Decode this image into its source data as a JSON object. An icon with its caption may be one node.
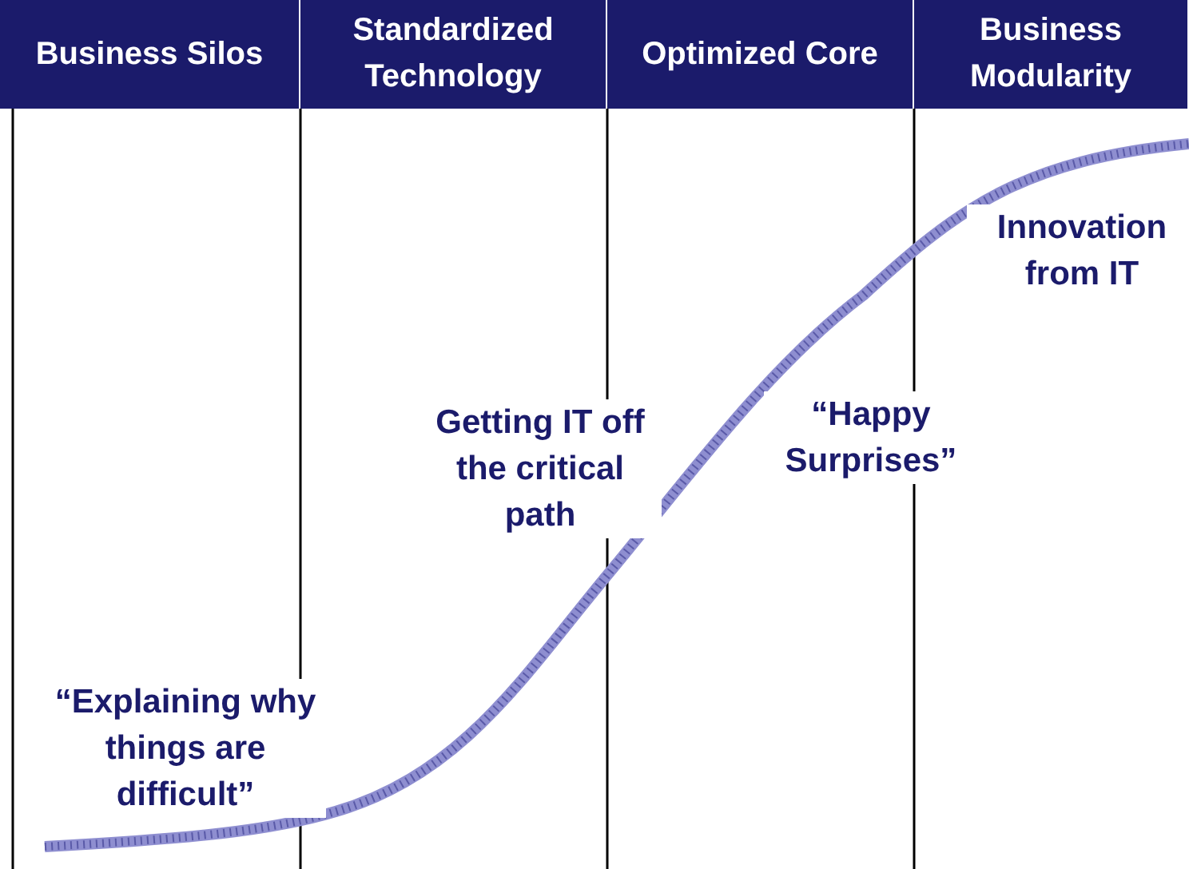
{
  "diagram": {
    "nodes": [
      {
        "text": [
          "Business Silos"
        ]
      },
      {
        "text": [
          "Standardized Technology"
        ]
      },
      {
        "text": [
          "Optimized Core"
        ]
      },
      {
        "text": [
          "Business Modularity"
        ]
      }
    ],
    "labels": [
      "Innovation from IT",
      "Getting IT off the critical path",
      "“Happy Surprises”",
      "“Explaining why things are difficult”"
    ]
  }
}
